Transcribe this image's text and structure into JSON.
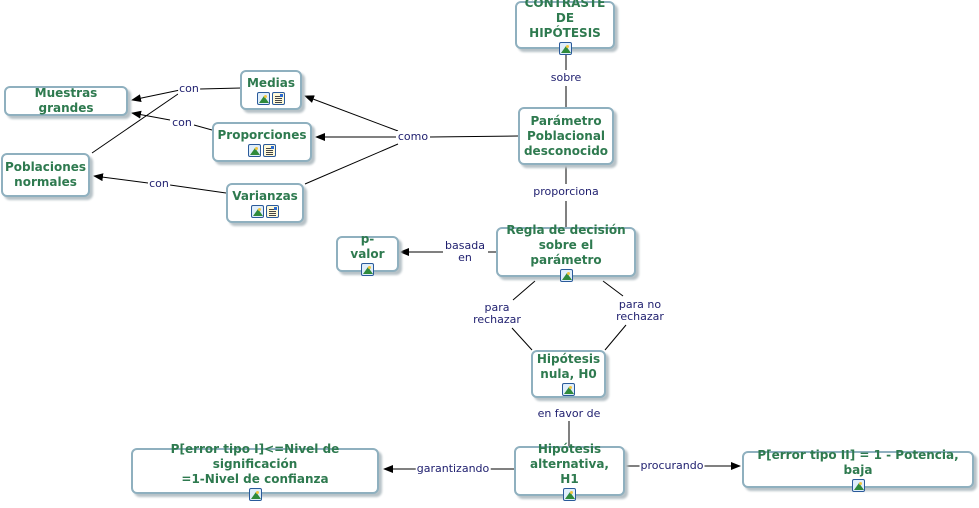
{
  "colors": {
    "node_text": "#2e7a4f",
    "node_border": "#8fb0bf",
    "link_text": "#1e1e6e",
    "line": "#000000"
  },
  "nodes": {
    "contraste": {
      "label": "CONTRASTE\nDE HIPÓTESIS",
      "icons": [
        "image-icon"
      ]
    },
    "parametro": {
      "label": "Parámetro\nPoblacional\ndesconocido",
      "icons": []
    },
    "medias": {
      "label": "Medias",
      "icons": [
        "image-icon",
        "document-icon"
      ]
    },
    "proporciones": {
      "label": "Proporciones",
      "icons": [
        "image-icon",
        "document-icon"
      ]
    },
    "varianzas": {
      "label": "Varianzas",
      "icons": [
        "image-icon",
        "document-icon"
      ]
    },
    "muestras": {
      "label": "Muestras grandes",
      "icons": []
    },
    "poblaciones": {
      "label": "Poblaciones\nnormales",
      "icons": []
    },
    "regla": {
      "label": "Regla de decisión\nsobre el parámetro",
      "icons": [
        "image-icon"
      ]
    },
    "pvalor": {
      "label": "p-valor",
      "icons": [
        "image-icon"
      ]
    },
    "h0": {
      "label": "Hipótesis\nnula, H0",
      "icons": [
        "image-icon"
      ]
    },
    "h1": {
      "label": "Hipótesis\nalternativa, H1",
      "icons": [
        "image-icon"
      ]
    },
    "error1": {
      "label": "P[error tipo I]<=Nivel de significación\n=1-Nivel de confianza",
      "icons": [
        "image-icon"
      ]
    },
    "error2": {
      "label": "P[error tipo II] = 1 - Potencia, baja",
      "icons": [
        "image-icon"
      ]
    }
  },
  "links": {
    "sobre": "sobre",
    "como": "como",
    "con_medias": "con",
    "con_proporciones": "con",
    "con_varianzas": "con",
    "proporciona": "proporciona",
    "basada_en": "basada\nen",
    "para_rechazar": "para\nrechazar",
    "para_no_rechazar": "para no\nrechazar",
    "en_favor_de": "en favor de",
    "garantizando": "garantizando",
    "procurando": "procurando"
  }
}
